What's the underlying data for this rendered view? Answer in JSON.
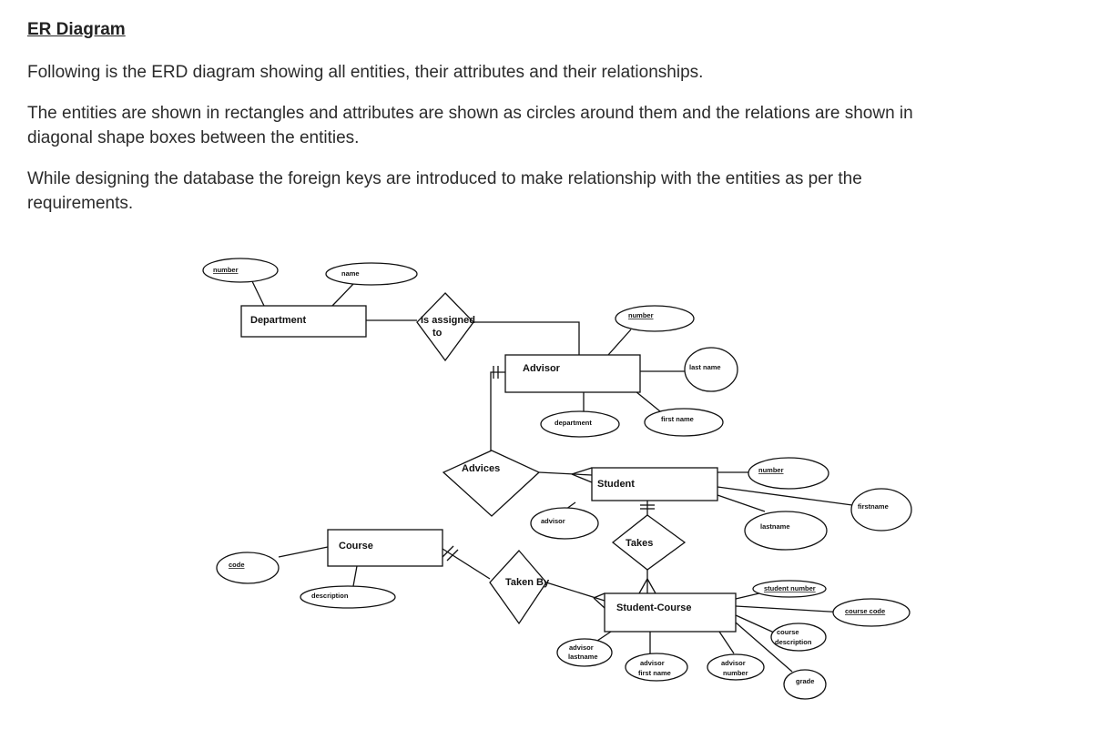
{
  "document": {
    "heading": "ER Diagram",
    "paragraphs": [
      "Following is the ERD diagram showing all entities, their attributes and their relationships.",
      "The entities are shown in rectangles and attributes are shown as circles around them and the relations are shown in diagonal shape boxes between the entities.",
      "While designing the database the foreign keys are introduced to make relationship with the entities as per the requirements."
    ]
  },
  "diagram": {
    "entities": {
      "department": "Department",
      "advisor": "Advisor",
      "student": "Student",
      "course": "Course",
      "student_course": "Student-Course"
    },
    "relationships": {
      "is_assigned_to": [
        "Is assigned",
        "to"
      ],
      "advices": "Advices",
      "takes": "Takes",
      "taken_by": "Taken By"
    },
    "attributes": {
      "department_number": "number",
      "department_name": "name",
      "advisor_number": "number",
      "advisor_last_name": "last name",
      "advisor_first_name": "first name",
      "advisor_department": "department",
      "student_number": "number",
      "student_firstname": "firstname",
      "student_lastname": "lastname",
      "student_advisor": "advisor",
      "course_code": "code",
      "course_description": "description",
      "sc_student_number": "student number",
      "sc_course_code": "course code",
      "sc_course_description": [
        "course",
        "description"
      ],
      "sc_grade": "grade",
      "sc_advisor_lastname": [
        "advisor",
        "lastname"
      ],
      "sc_advisor_first_name": [
        "advisor",
        "first name"
      ],
      "sc_advisor_number": [
        "advisor",
        "number"
      ]
    }
  }
}
